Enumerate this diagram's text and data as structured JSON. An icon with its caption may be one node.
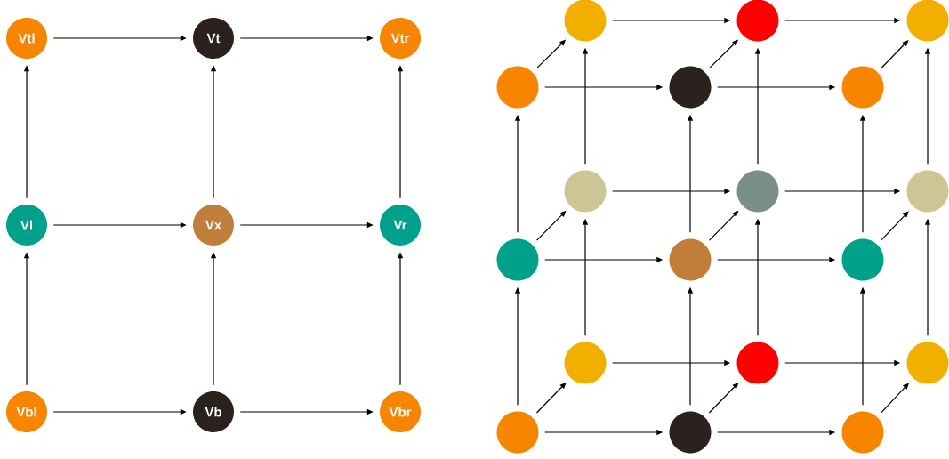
{
  "diagram": {
    "nodes": [
      {
        "text": [
          "Vtl"
        ]
      },
      {
        "text": [
          "Vt"
        ]
      },
      {
        "text": [
          "Vtr"
        ]
      },
      {
        "text": [
          "Vl"
        ]
      },
      {
        "text": [
          "Vx"
        ]
      },
      {
        "text": [
          "Vr"
        ]
      },
      {
        "text": [
          "Vbl"
        ]
      },
      {
        "text": [
          "Vb"
        ]
      },
      {
        "text": [
          "Vbr"
        ]
      },
      {
        "text": [],
        "shape": "circle"
      },
      {
        "text": [],
        "shape": "circle"
      },
      {
        "text": [],
        "shape": "circle"
      },
      {
        "text": [],
        "shape": "circle"
      },
      {
        "text": [],
        "shape": "circle"
      },
      {
        "text": [],
        "shape": "circle"
      },
      {
        "text": [],
        "shape": "circle"
      },
      {
        "text": [],
        "shape": "circle"
      },
      {
        "text": [],
        "shape": "circle"
      },
      {
        "text": [],
        "shape": "circle"
      },
      {
        "text": [],
        "shape": "circle"
      },
      {
        "text": [],
        "shape": "circle"
      },
      {
        "text": [],
        "shape": "circle"
      },
      {
        "text": [],
        "shape": "circle"
      },
      {
        "text": [],
        "shape": "circle"
      },
      {
        "text": [],
        "shape": "circle"
      },
      {
        "text": [],
        "shape": "circle"
      },
      {
        "text": [],
        "shape": "circle"
      }
    ],
    "edges": [
      {
        "from": 0,
        "to": 1,
        "arrow": "to"
      },
      {
        "from": 1,
        "to": 2,
        "arrow": "to"
      },
      {
        "from": 3,
        "to": 4,
        "arrow": "to"
      },
      {
        "from": 4,
        "to": 5,
        "arrow": "to"
      },
      {
        "from": 6,
        "to": 7,
        "arrow": "to"
      },
      {
        "from": 7,
        "to": 8,
        "arrow": "to"
      },
      {
        "from": 3,
        "to": 0,
        "arrow": "to"
      },
      {
        "from": 4,
        "to": 1,
        "arrow": "to"
      },
      {
        "from": 5,
        "to": 2,
        "arrow": "to"
      },
      {
        "from": 6,
        "to": 3,
        "arrow": "to"
      },
      {
        "from": 7,
        "to": 4,
        "arrow": "to"
      },
      {
        "from": 8,
        "to": 5,
        "arrow": "to"
      },
      {
        "from": 9,
        "to": 10,
        "arrow": "to"
      },
      {
        "from": 10,
        "to": 11,
        "arrow": "to"
      },
      {
        "from": 15,
        "to": 16,
        "arrow": "to"
      },
      {
        "from": 16,
        "to": 17,
        "arrow": "to"
      },
      {
        "from": 21,
        "to": 22,
        "arrow": "to"
      },
      {
        "from": 22,
        "to": 23,
        "arrow": "to"
      },
      {
        "from": 15,
        "to": 9,
        "arrow": "to"
      },
      {
        "from": 16,
        "to": 10,
        "arrow": "to"
      },
      {
        "from": 17,
        "to": 11,
        "arrow": "to"
      },
      {
        "from": 21,
        "to": 15,
        "arrow": "to"
      },
      {
        "from": 22,
        "to": 16,
        "arrow": "to"
      },
      {
        "from": 23,
        "to": 17,
        "arrow": "to"
      },
      {
        "from": 12,
        "to": 13,
        "arrow": "to"
      },
      {
        "from": 13,
        "to": 14,
        "arrow": "to"
      },
      {
        "from": 18,
        "to": 19,
        "arrow": "to"
      },
      {
        "from": 19,
        "to": 20,
        "arrow": "to"
      },
      {
        "from": 24,
        "to": 25,
        "arrow": "to"
      },
      {
        "from": 25,
        "to": 26,
        "arrow": "to"
      },
      {
        "from": 18,
        "to": 12,
        "arrow": "to"
      },
      {
        "from": 19,
        "to": 13,
        "arrow": "to"
      },
      {
        "from": 20,
        "to": 14,
        "arrow": "to"
      },
      {
        "from": 24,
        "to": 18,
        "arrow": "to"
      },
      {
        "from": 25,
        "to": 19,
        "arrow": "to"
      },
      {
        "from": 26,
        "to": 20,
        "arrow": "to"
      },
      {
        "from": 12,
        "to": 9,
        "arrow": "to"
      },
      {
        "from": 13,
        "to": 10,
        "arrow": "to"
      },
      {
        "from": 14,
        "to": 11,
        "arrow": "to"
      },
      {
        "from": 18,
        "to": 15,
        "arrow": "to"
      },
      {
        "from": 19,
        "to": 16,
        "arrow": "to"
      },
      {
        "from": 20,
        "to": 17,
        "arrow": "to"
      },
      {
        "from": 24,
        "to": 21,
        "arrow": "to"
      },
      {
        "from": 25,
        "to": 22,
        "arrow": "to"
      },
      {
        "from": 26,
        "to": 23,
        "arrow": "to"
      }
    ]
  }
}
